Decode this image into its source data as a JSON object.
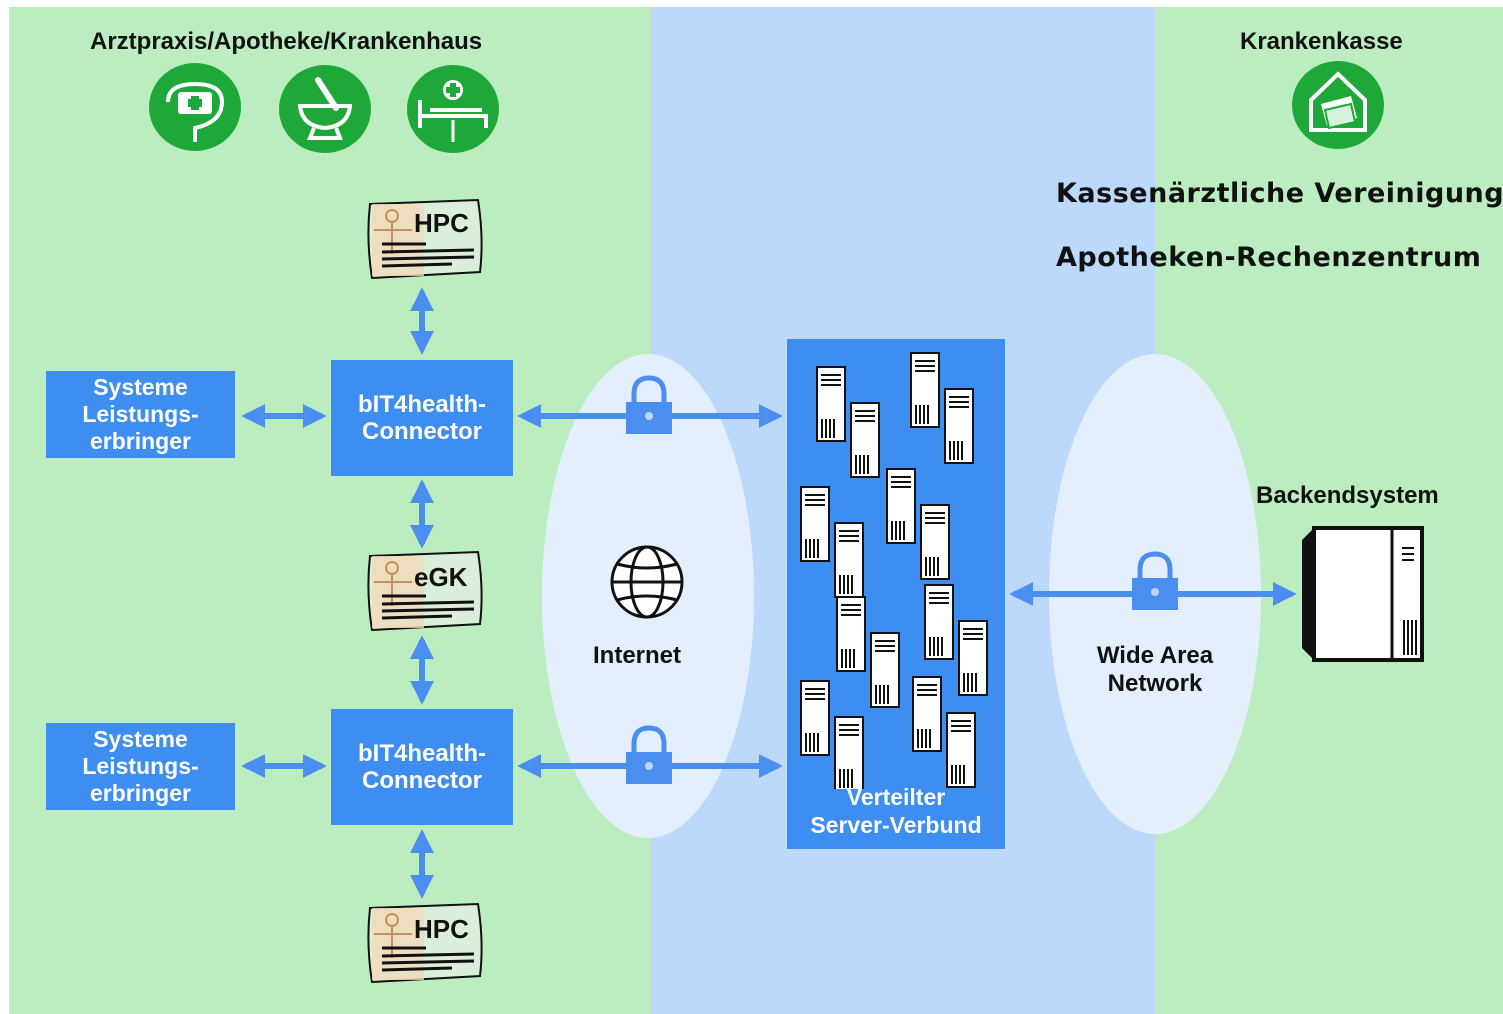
{
  "regions": {
    "left_heading": "Arztpraxis/Apotheke/Krankenhaus",
    "right_heading": "Krankenkasse",
    "right_entities": [
      "Kassenärztliche Vereinigung",
      "Apotheken-Rechenzentrum"
    ]
  },
  "colors": {
    "zone_green": "#bcedc0",
    "zone_blue": "#bcd8fb",
    "box_blue": "#3d8ef0",
    "arrow_blue": "#4a8ef0",
    "icon_green": "#1fa83a",
    "ellipse": "#e3effd"
  },
  "icons": {
    "left": [
      "medical-practice-icon",
      "pharmacy-mortar-icon",
      "hospital-bed-icon"
    ],
    "right": [
      "health-insurance-files-icon"
    ]
  },
  "cards": {
    "top": "HPC",
    "middle": "eGK",
    "bottom": "HPC"
  },
  "systems": {
    "top": [
      "Systeme",
      "Leistungs-",
      "erbringer"
    ],
    "bottom": [
      "Systeme",
      "Leistungs-",
      "erbringer"
    ]
  },
  "connectors": {
    "top": [
      "bIT4health-",
      "Connector"
    ],
    "bottom": [
      "bIT4health-",
      "Connector"
    ]
  },
  "networks": {
    "internet": "Internet",
    "wan": [
      "Wide Area",
      "Network"
    ]
  },
  "server_cluster": {
    "label": [
      "Verteilter",
      "Server-Verbund"
    ]
  },
  "backend": {
    "label": "Backendsystem"
  }
}
